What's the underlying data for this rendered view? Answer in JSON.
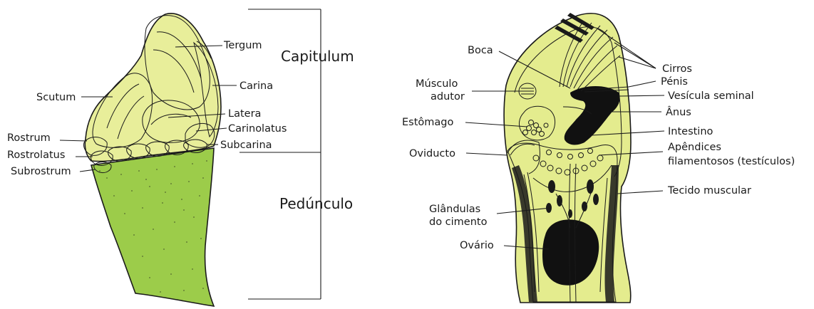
{
  "colors": {
    "capitulum_fill": "#e8ee9a",
    "peduncle_fill": "#9ccc4a",
    "body_fill": "#e4ec8e",
    "ink": "#1a1a1a"
  },
  "left_panel": {
    "labels": {
      "tergum": "Tergum",
      "scutum": "Scutum",
      "carina": "Carina",
      "latera": "Latera",
      "carinolatus": "Carinolatus",
      "rostrum": "Rostrum",
      "subcarina": "Subcarina",
      "rostrolatus": "Rostrolatus",
      "subrostrum": "Subrostrum"
    },
    "regions": {
      "capitulum": "Capitulum",
      "peduncle": "Pedúnculo"
    }
  },
  "right_panel": {
    "labels": {
      "boca": "Boca",
      "musculo_line1": "Músculo",
      "musculo_line2": "adutor",
      "estomago": "Estômago",
      "oviducto": "Oviducto",
      "glandulas_line1": "Glândulas",
      "glandulas_line2": "do cimento",
      "ovario": "Ovário",
      "cirros": "Cirros",
      "penis": "Pénis",
      "vesicula": "Vesícula seminal",
      "anus": "Ânus",
      "intestino": "Intestino",
      "apendices_line1": "Apêndices",
      "apendices_line2": "filamentosos (testículos)",
      "tecido": "Tecido muscular"
    }
  }
}
